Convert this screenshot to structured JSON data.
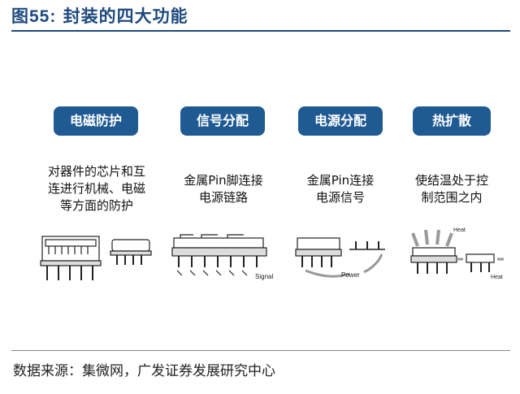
{
  "header": {
    "figure_no": "图55:",
    "title": "封装的四大功能"
  },
  "functions": [
    {
      "label": "电磁防护",
      "lines": [
        "对器件的芯片和互",
        "连进行机械、电磁",
        "等方面的防护"
      ]
    },
    {
      "label": "信号分配",
      "lines": [
        "金属Pin脚连接",
        "电源链路"
      ]
    },
    {
      "label": "电源分配",
      "lines": [
        "金属Pin连接",
        "电源信号"
      ]
    },
    {
      "label": "热扩散",
      "lines": [
        "使结温处于控",
        "制范围之内"
      ]
    }
  ],
  "illustration_labels": {
    "signal": "Signal",
    "power": "Power",
    "heat_top": "Heat",
    "heat_side": "Heat"
  },
  "footer": {
    "source": "数据来源：集微网，广发证券发展研究中心"
  }
}
